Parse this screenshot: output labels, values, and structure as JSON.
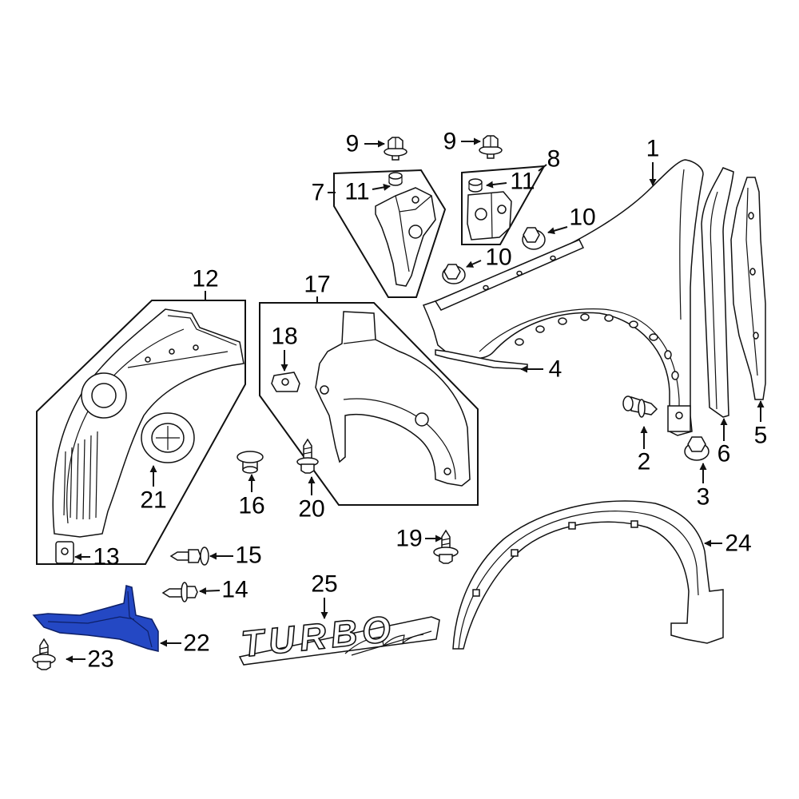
{
  "diagram": {
    "callouts": {
      "p1": "1",
      "p2": "2",
      "p3": "3",
      "p4": "4",
      "p5": "5",
      "p6": "6",
      "p7": "7",
      "p8": "8",
      "p9a": "9",
      "p9b": "9",
      "p10a": "10",
      "p10b": "10",
      "p11a": "11",
      "p11b": "11",
      "p12": "12",
      "p13": "13",
      "p14": "14",
      "p15": "15",
      "p16": "16",
      "p17": "17",
      "p18": "18",
      "p19": "19",
      "p20": "20",
      "p21": "21",
      "p22": "22",
      "p23": "23",
      "p24": "24",
      "p25": "25"
    },
    "badge_text": "TURBO",
    "colors": {
      "highlighted_part": "#2448c4",
      "line": "#111111",
      "background": "#ffffff"
    }
  }
}
